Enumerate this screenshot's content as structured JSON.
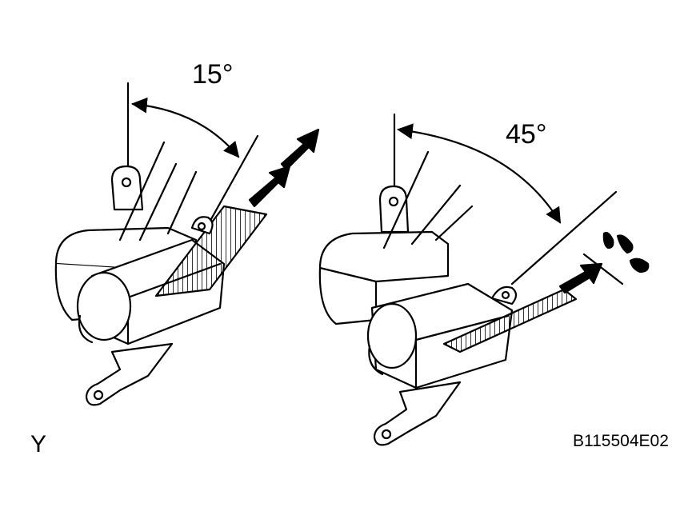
{
  "labels": {
    "angle_left": "15°",
    "angle_right": "45°",
    "figure_letter": "Y",
    "figure_code": "B115504E02"
  },
  "colors": {
    "line": "#000000",
    "background": "#ffffff"
  }
}
